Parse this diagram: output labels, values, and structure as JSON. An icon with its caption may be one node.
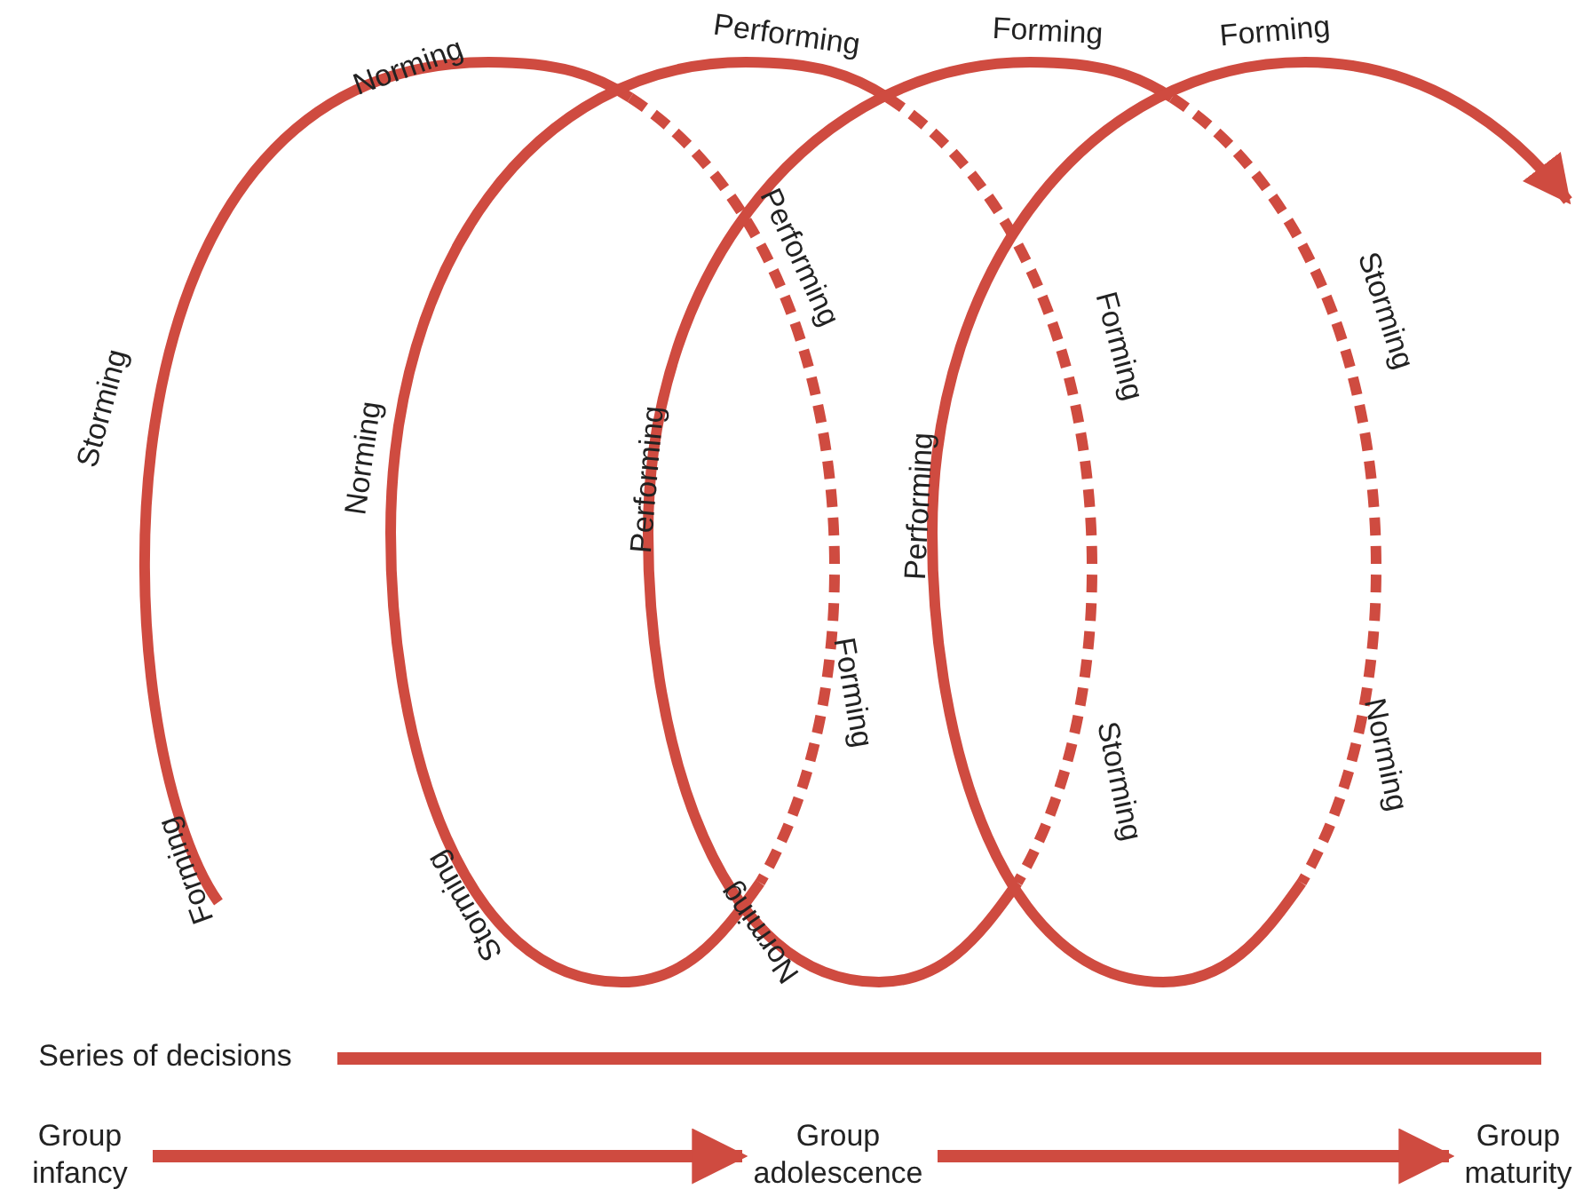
{
  "diagram": {
    "nodes": [
      {
        "text": [
          "Group infancy"
        ]
      },
      {
        "text": [
          "Group adolescence"
        ]
      },
      {
        "text": [
          "Group maturity"
        ]
      }
    ],
    "edges": [
      {
        "from": 0,
        "to": 1,
        "arrow": "to"
      },
      {
        "from": 1,
        "to": 2,
        "arrow": "to"
      }
    ],
    "labels": [
      "Norming",
      "Performing",
      "Forming",
      "Forming",
      "Performing",
      "Forming",
      "Storming",
      "Storming",
      "Norming",
      "Performing",
      "Performing",
      "Forming",
      "Storming",
      "Norming",
      "Forming",
      "Storming",
      "Norming",
      "Series of decisions"
    ]
  }
}
